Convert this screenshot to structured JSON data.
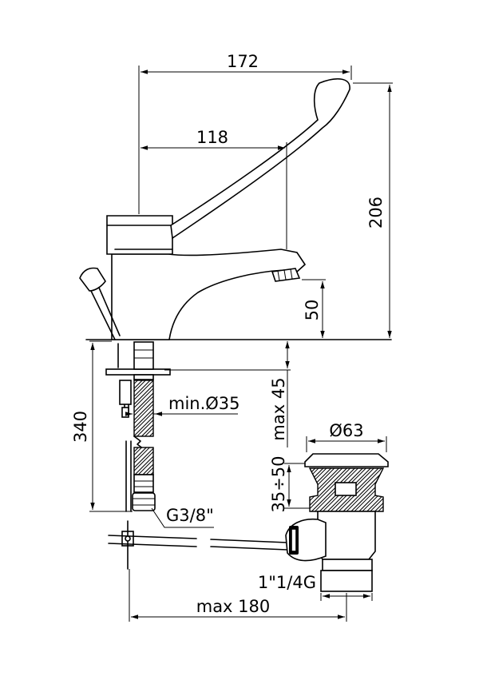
{
  "dimensions": {
    "total_length": "172",
    "spout_reach": "118",
    "total_height": "206",
    "spout_height": "50",
    "supply_length": "340",
    "hole_diameter": "min.Ø35",
    "deck_thickness": "max 45",
    "supply_thread": "G3/8\"",
    "waste_diameter": "Ø63",
    "waste_height": "35÷50",
    "waste_thread": "1\"1/4G",
    "rod_reach": "max 180"
  },
  "colors": {
    "line": "#000000",
    "background": "#ffffff"
  }
}
